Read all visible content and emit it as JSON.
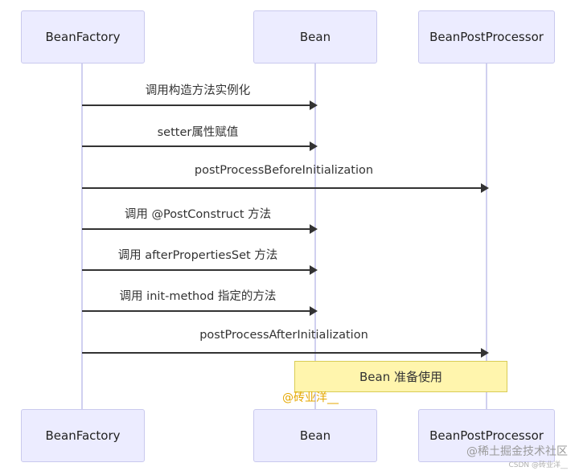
{
  "participants": [
    {
      "id": "factory",
      "label": "BeanFactory"
    },
    {
      "id": "bean",
      "label": "Bean"
    },
    {
      "id": "processor",
      "label": "BeanPostProcessor"
    }
  ],
  "messages": [
    {
      "from": "factory",
      "to": "bean",
      "label": "调用构造方法实例化"
    },
    {
      "from": "factory",
      "to": "bean",
      "label": "setter属性赋值"
    },
    {
      "from": "factory",
      "to": "processor",
      "label": "postProcessBeforeInitialization"
    },
    {
      "from": "factory",
      "to": "bean",
      "label": "调用 @PostConstruct 方法"
    },
    {
      "from": "factory",
      "to": "bean",
      "label": "调用 afterPropertiesSet 方法"
    },
    {
      "from": "factory",
      "to": "bean",
      "label": "调用 init-method 指定的方法"
    },
    {
      "from": "factory",
      "to": "processor",
      "label": "postProcessAfterInitialization"
    }
  ],
  "note": {
    "over": [
      "bean",
      "processor"
    ],
    "text": "Bean 准备使用"
  },
  "watermarks": {
    "author": "@砖业洋__",
    "site": "@稀土掘金技术社区",
    "csdn": "CSDN @砖业洋__"
  },
  "colors": {
    "actor_fill": "#ececff",
    "actor_border": "#c9c9ee",
    "lifeline": "#d0d0f0",
    "arrow": "#333333",
    "note_fill": "#fff5ad",
    "note_border": "#d9cc55",
    "watermark_author": "#e5a700"
  }
}
